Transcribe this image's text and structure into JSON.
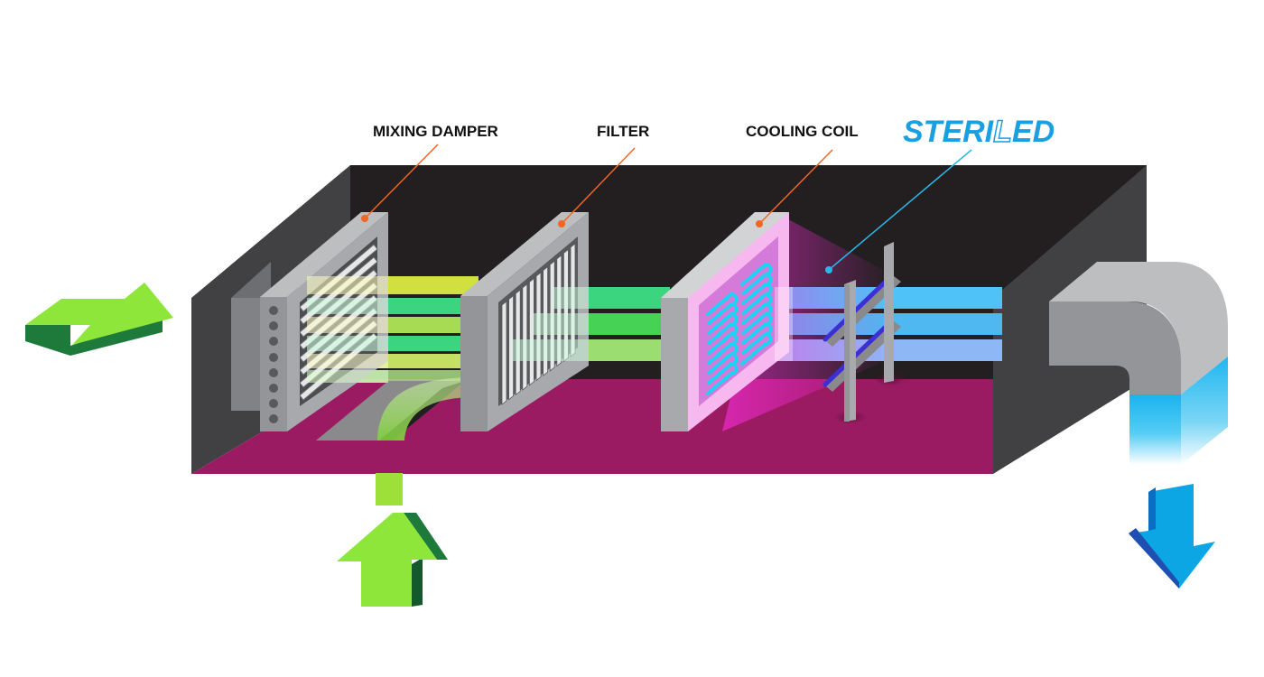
{
  "title": "Air Handling Unit with SteriLED",
  "labels": {
    "mixing_damper": "MIXING DAMPER",
    "filter": "FILTER",
    "cooling_coil": "COOLING COIL",
    "brand_pre": "STERI",
    "brand_l": "L",
    "brand_post": "ED"
  },
  "colors": {
    "leader_orange": "#f26522",
    "leader_blue": "#29b6e8",
    "brand_blue": "#1a9fe0",
    "housing_back": "#231f20",
    "housing_side": "#414042",
    "floor": "#9b1b63",
    "frame_light": "#bcbec0",
    "frame_dark": "#939598",
    "arrow_green": "#8ee63a",
    "arrow_green_dark": "#1e7a3a",
    "arrow_blue": "#0ba6e3",
    "arrow_blue_dark": "#0a6fc2",
    "uv_magenta": "#ff33dd",
    "coil_cyan": "#1fd1f5",
    "air_yellow": "#e4f542",
    "air_green": "#3ee88a",
    "air_lime": "#a9f27a",
    "air_blue": "#4fc3f7"
  },
  "icons": {
    "outside_air_arrow": "arrow-right-3d",
    "return_air_arrow": "arrow-up-3d",
    "supply_air_arrow": "arrow-down-3d"
  }
}
